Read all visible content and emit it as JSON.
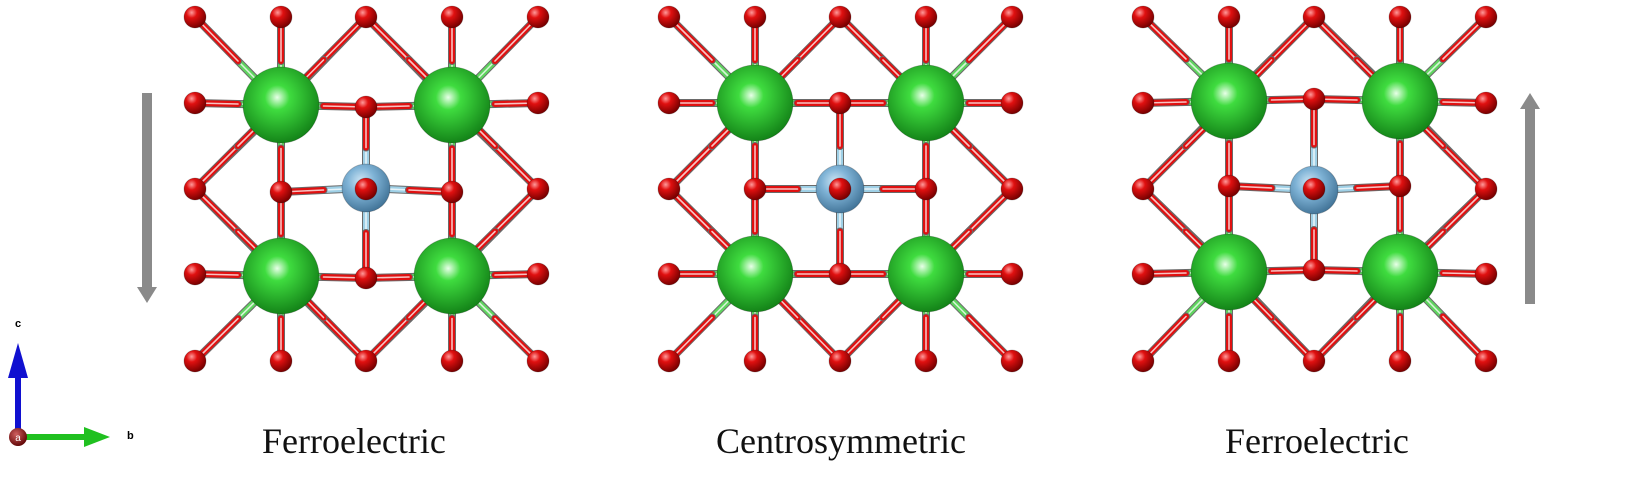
{
  "panels": [
    {
      "caption": "Ferroelectric",
      "polarization": "down",
      "displacement": 1
    },
    {
      "caption": "Centrosymmetric",
      "polarization": "none",
      "displacement": 0
    },
    {
      "caption": "Ferroelectric",
      "polarization": "up",
      "displacement": -1
    }
  ],
  "axes": {
    "c_label": "c",
    "b_label": "b",
    "a_label": "a"
  },
  "colors": {
    "oxygen": "#d40000",
    "large_cation": "#27c02c",
    "b_cation": "#7fb3d6",
    "bond_green": "#5fd45f",
    "bond_red": "#e01010",
    "bond_blue": "#9fd0e6",
    "arrow": "#8a8a8a",
    "axis_c": "#1010d0",
    "axis_b": "#20c020",
    "axis_a": "#8b0000"
  }
}
